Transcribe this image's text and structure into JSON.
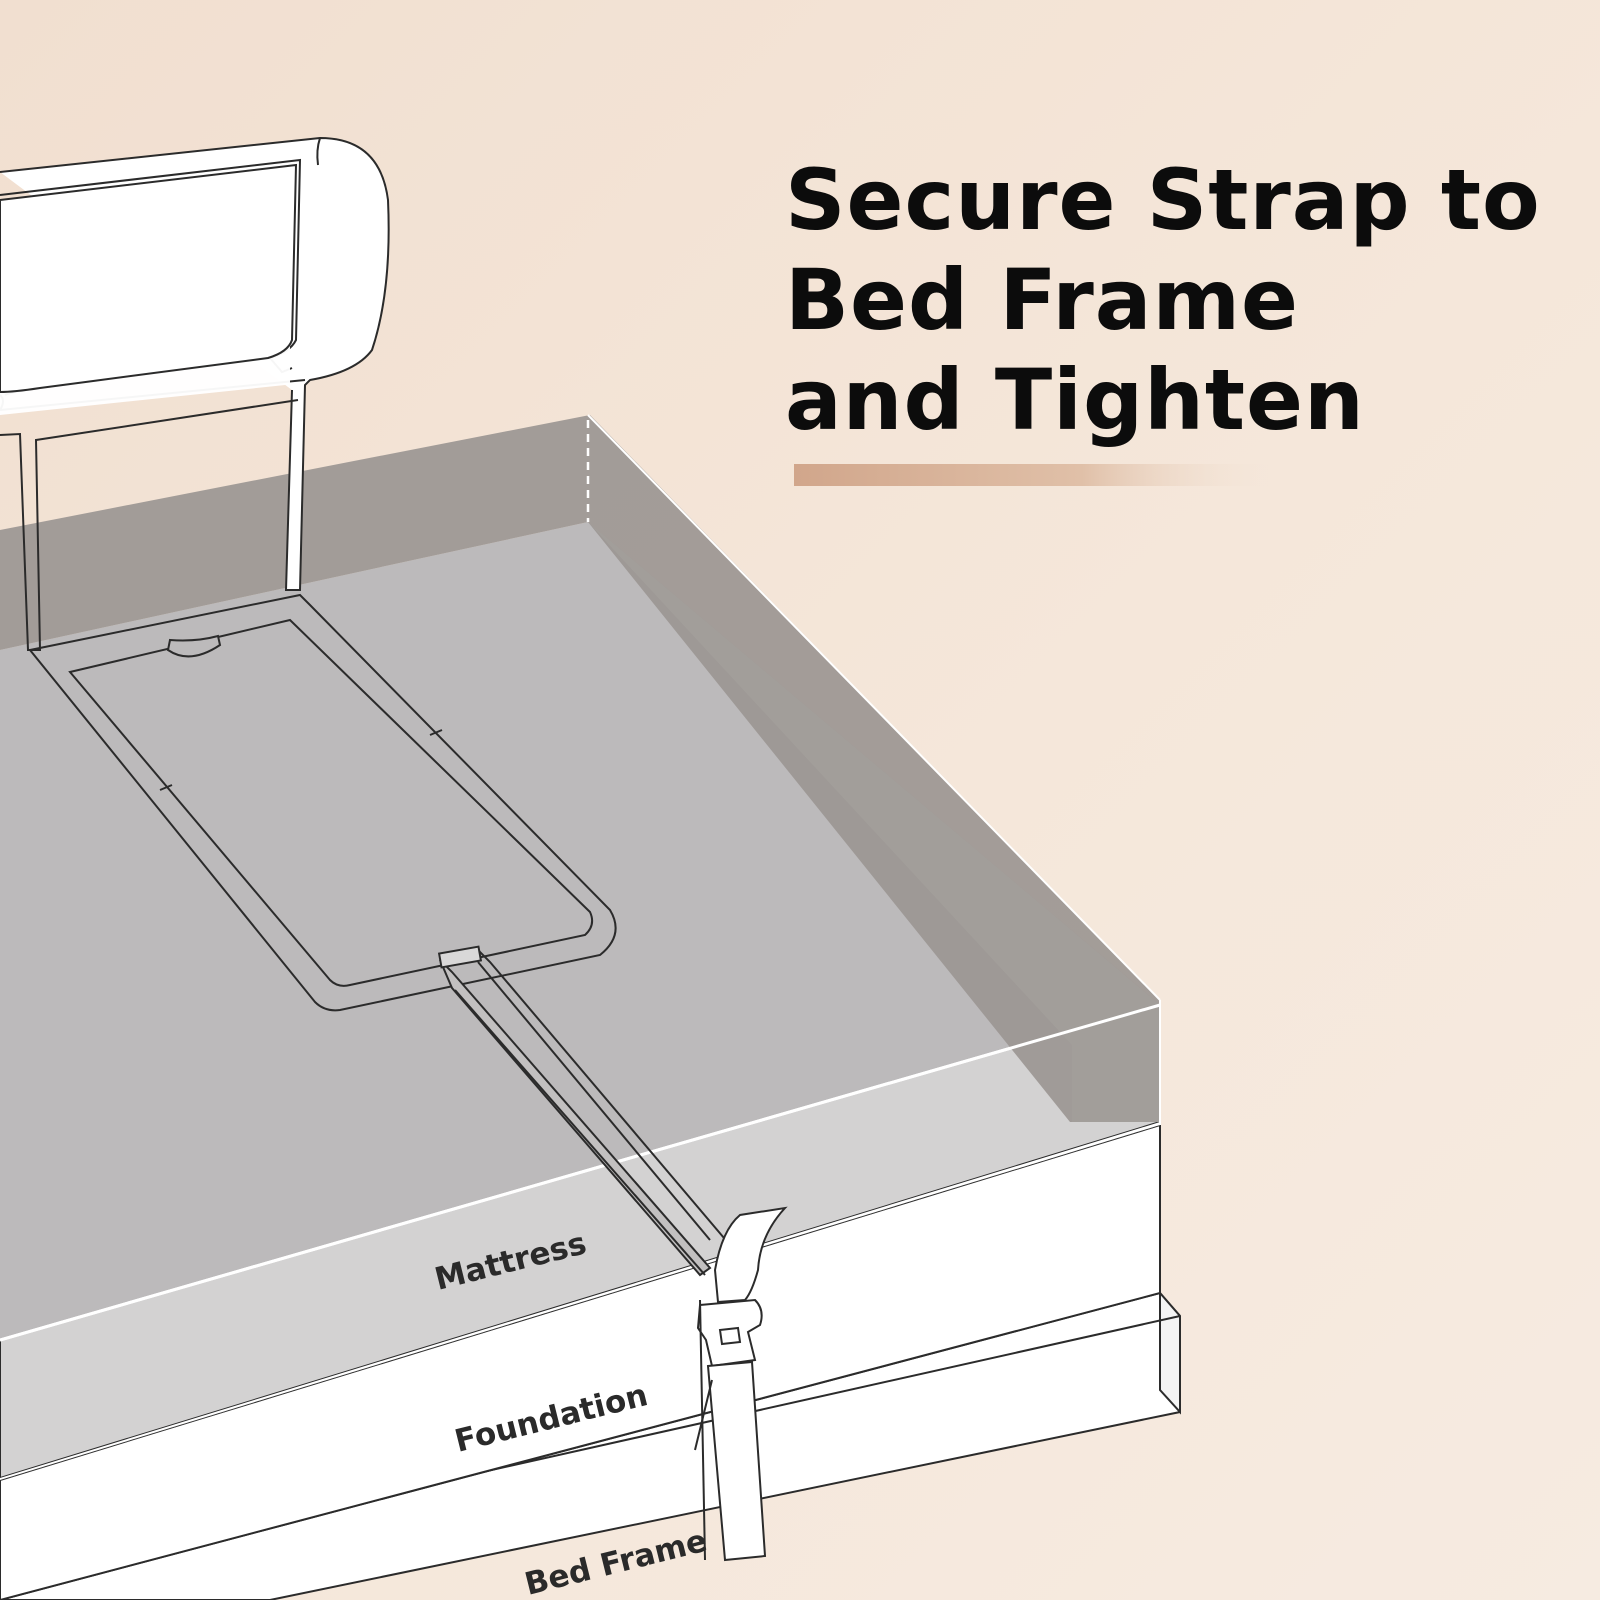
{
  "heading": {
    "lines": [
      "Secure Strap to",
      "Bed Frame",
      "and Tighten"
    ]
  },
  "layers": {
    "mattress": "Mattress",
    "foundation": "Foundation",
    "bed_frame": "Bed Frame"
  },
  "colors": {
    "background_light": "#f8f0e8",
    "background_warm": "#f1dfd0",
    "mattress_top": "#bcbabb",
    "mattress_side": "#d2d1d1",
    "rail_panel": "#a09c98",
    "foundation": "#ffffff",
    "outline": "#333333",
    "accent_bar": "#d1a68b"
  }
}
